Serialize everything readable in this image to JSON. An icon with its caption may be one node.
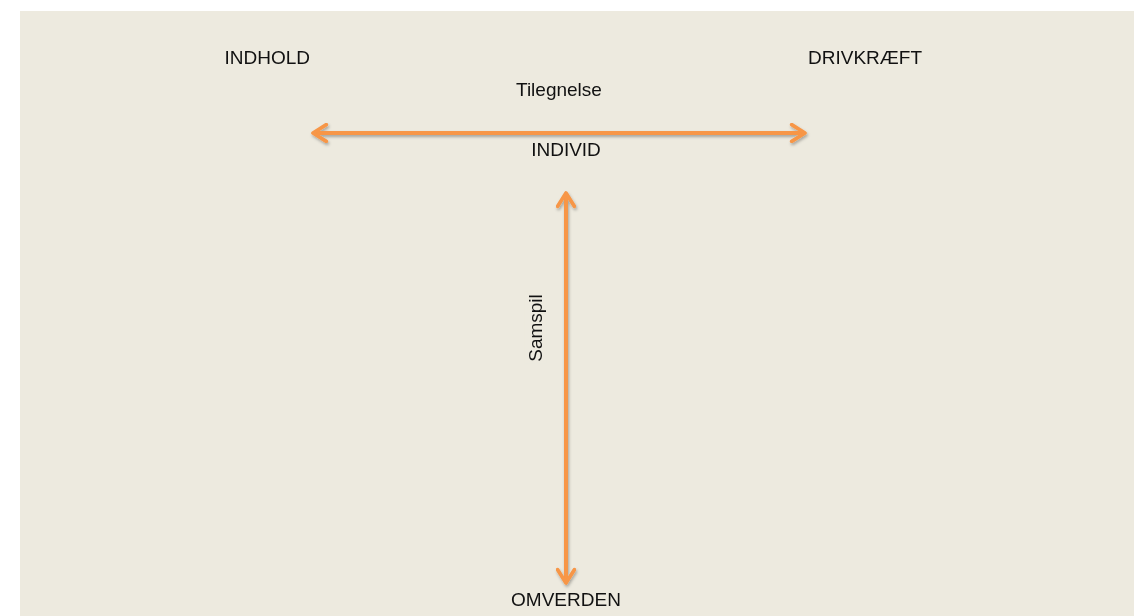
{
  "diagram": {
    "nodes": [
      {
        "text": [
          "INDHOLD"
        ]
      },
      {
        "text": [
          "DRIVKRÆFT"
        ]
      },
      {
        "text": [
          "INDIVID"
        ]
      },
      {
        "text": [
          "OMVERDEN"
        ]
      }
    ],
    "edges": [
      {
        "from": 0,
        "to": 1,
        "arrow": "both",
        "label": "Tilegnelse"
      },
      {
        "from": 2,
        "to": 3,
        "arrow": "both",
        "label": "Samspil"
      }
    ]
  }
}
